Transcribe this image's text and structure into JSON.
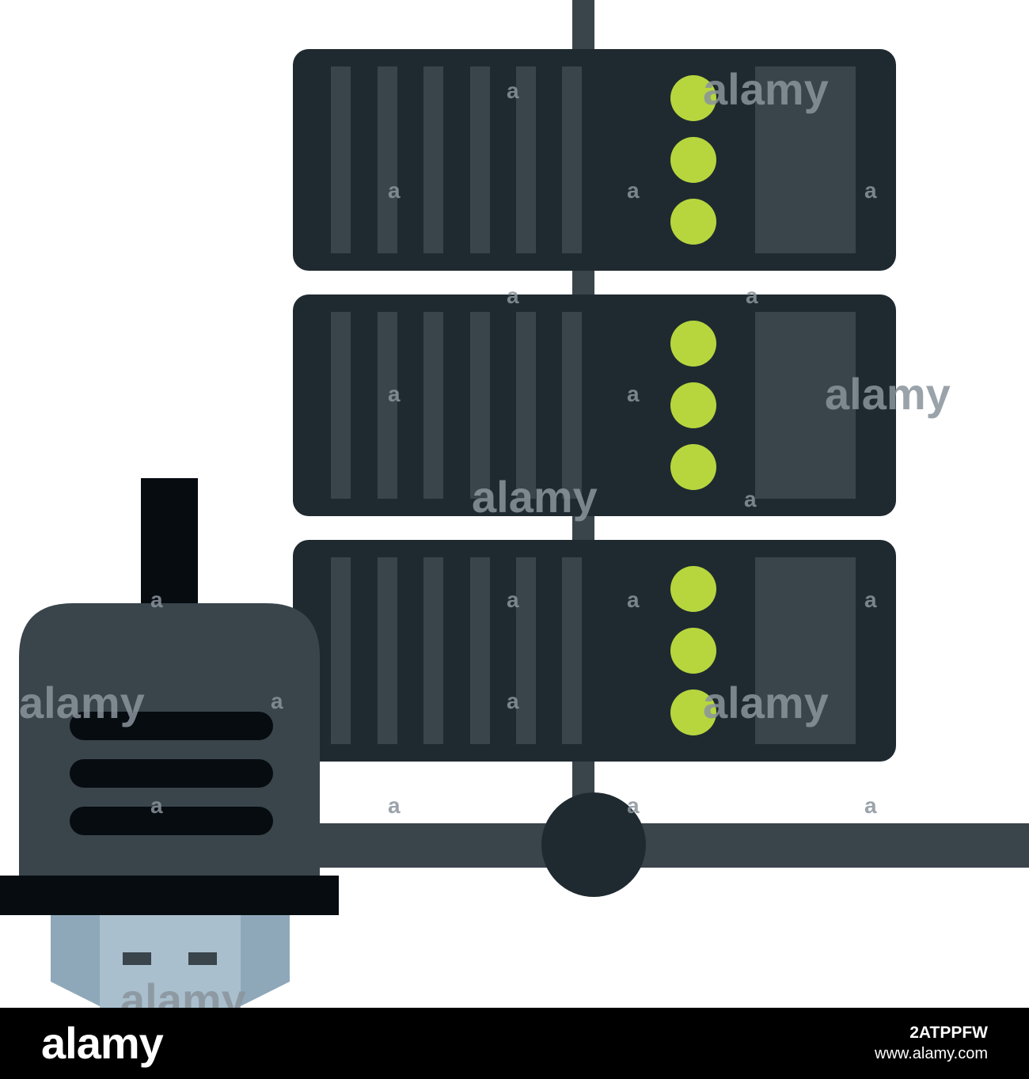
{
  "image": {
    "subject": "server-rack-with-usb-plug-icon",
    "colors": {
      "background": "#ffffff",
      "server_body": "#1f2a30",
      "server_slot": "#39444b",
      "status_led": "#b7d63e",
      "cable": "#39444b",
      "plug_body": "#39444b",
      "plug_band": "#070c10",
      "usb_metal": "#8ea8ba"
    },
    "server_units": 3,
    "leds_per_unit": 3
  },
  "watermark": {
    "text": "alamy",
    "letter": "a"
  },
  "footer": {
    "logo": "alamy",
    "image_id": "2ATPPFW",
    "url": "www.alamy.com",
    "background": "#000000"
  }
}
